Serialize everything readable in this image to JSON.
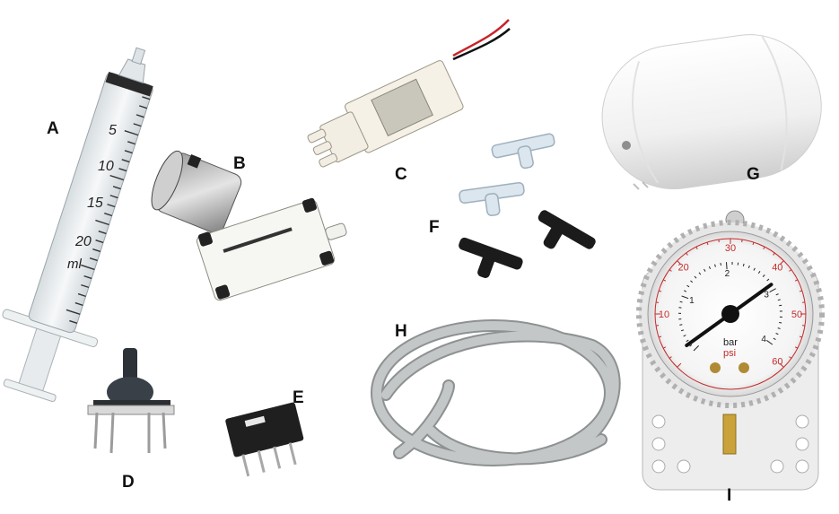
{
  "labels": {
    "a": "A",
    "b": "B",
    "c": "C",
    "d": "D",
    "e": "E",
    "f": "F",
    "g": "G",
    "h": "H",
    "i": "I"
  },
  "syringe": {
    "graduations": [
      "5",
      "10",
      "15",
      "20"
    ],
    "unit": "ml"
  },
  "gauge": {
    "inner_scale": [
      "1",
      "2",
      "3",
      "4"
    ],
    "outer_scale": [
      "10",
      "20",
      "30",
      "40",
      "50",
      "60"
    ],
    "unit_top": "bar",
    "unit_bottom": "psi",
    "needle_value_bar": 2.9
  },
  "colors": {
    "syringe_body": "#e9eef0",
    "tube_gray": "#b9bcbc",
    "tee_white": "#dbe6ee",
    "tee_black": "#1b1b1b",
    "gauge_red": "#c42b2b",
    "tank_white": "#f3f3f3"
  }
}
